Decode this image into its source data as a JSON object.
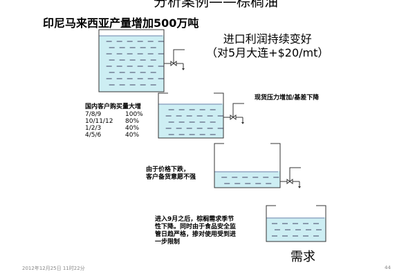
{
  "slide": {
    "title": "分析案例——棕榈油",
    "headline": "印尼马来西亚产量增加500万吨",
    "import_profit": {
      "line1": "进口利润持续变好",
      "line2": "（对5月大连+$20/mt）"
    },
    "spot_pressure": "现货压力增加/基差下降",
    "domestic_purchase": {
      "heading": "国内客户购买量大增",
      "rows": [
        {
          "months": "7/8/9",
          "value": "100%"
        },
        {
          "months": "10/11/12",
          "value": "80%"
        },
        {
          "months": "1/2/3",
          "value": "40%"
        },
        {
          "months": "4/5/6",
          "value": "40%"
        }
      ]
    },
    "price_drop": {
      "line1": "由于价格下跌，",
      "line2": "客户备货意愿不强"
    },
    "september_note": [
      "进入9月之后，棕榈需求季节",
      "性下降。同时由于食品安全监",
      "管日趋严格，掺对使用受到进",
      "一步限制"
    ],
    "demand_label": "需求",
    "footer_date": "2012年12月25日 11时22分",
    "page_number": "44",
    "colors": {
      "water": "#cdeef3",
      "tank": "#333333"
    }
  }
}
